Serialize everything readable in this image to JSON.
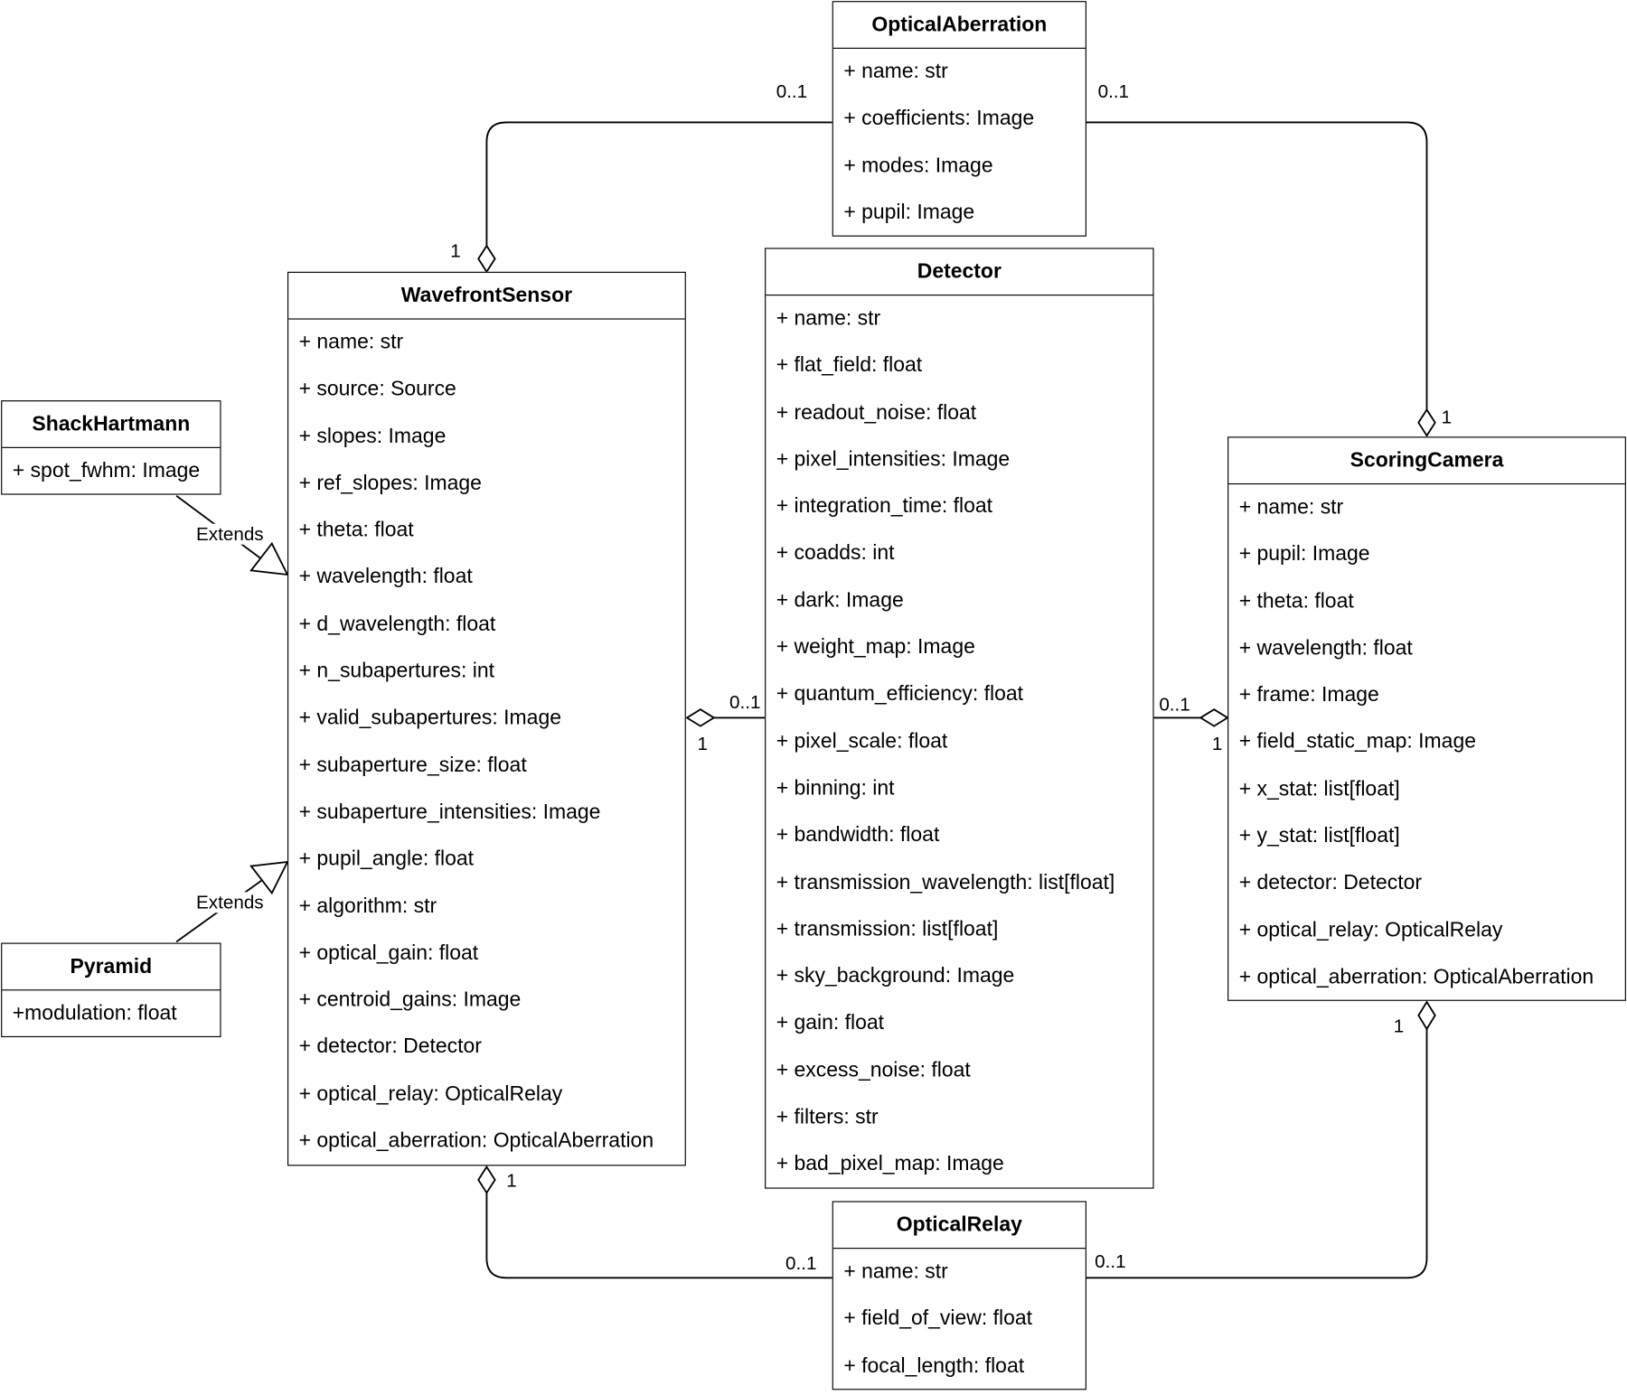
{
  "classes": {
    "optical_aberration": {
      "name": "OpticalAberration",
      "attributes": [
        "+ name: str",
        "+ coefficients: Image",
        "+ modes: Image",
        "+ pupil: Image"
      ]
    },
    "wavefront_sensor": {
      "name": "WavefrontSensor",
      "attributes": [
        "+ name: str",
        "+ source: Source",
        "+ slopes: Image",
        "+ ref_slopes: Image",
        "+ theta: float",
        "+ wavelength: float",
        "+ d_wavelength: float",
        "+ n_subapertures: int",
        "+ valid_subapertures: Image",
        "+ subaperture_size: float",
        "+ subaperture_intensities: Image",
        "+ pupil_angle: float",
        "+ algorithm: str",
        "+ optical_gain: float",
        "+ centroid_gains: Image",
        "+ detector: Detector",
        "+ optical_relay: OpticalRelay",
        "+ optical_aberration: OpticalAberration"
      ]
    },
    "detector": {
      "name": "Detector",
      "attributes": [
        "+ name: str",
        "+ flat_field: float",
        "+ readout_noise: float",
        "+ pixel_intensities: Image",
        "+ integration_time: float",
        "+ coadds: int",
        "+ dark: Image",
        "+ weight_map: Image",
        "+ quantum_efficiency: float",
        "+ pixel_scale: float",
        "+ binning: int",
        "+ bandwidth: float",
        "+ transmission_wavelength: list[float]",
        "+ transmission: list[float]",
        "+ sky_background: Image",
        "+ gain: float",
        "+ excess_noise: float",
        "+ filters: str",
        "+ bad_pixel_map: Image"
      ]
    },
    "scoring_camera": {
      "name": "ScoringCamera",
      "attributes": [
        "+ name: str",
        "+ pupil: Image",
        "+ theta: float",
        "+ wavelength: float",
        "+ frame: Image",
        "+ field_static_map: Image",
        "+ x_stat: list[float]",
        "+ y_stat: list[float]",
        "+ detector: Detector",
        "+ optical_relay: OpticalRelay",
        "+ optical_aberration: OpticalAberration"
      ]
    },
    "shack_hartmann": {
      "name": "ShackHartmann",
      "attributes": [
        "+ spot_fwhm: Image"
      ]
    },
    "pyramid": {
      "name": "Pyramid",
      "attributes": [
        "+modulation: float"
      ]
    },
    "optical_relay": {
      "name": "OpticalRelay",
      "attributes": [
        "+ name: str",
        "+ field_of_view: float",
        "+ focal_length: float"
      ]
    }
  },
  "relations": {
    "extends_label": "Extends",
    "oa_wfs": {
      "near_source": "0..1",
      "near_target": "1"
    },
    "oa_sc": {
      "near_source": "0..1",
      "near_target": "1"
    },
    "det_wfs": {
      "near_source": "0..1",
      "near_target": "1"
    },
    "det_sc": {
      "near_source": "0..1",
      "near_target": "1"
    },
    "or_wfs": {
      "near_source": "0..1",
      "near_target": "1"
    },
    "or_sc": {
      "near_source": "0..1",
      "near_target": "1"
    }
  }
}
